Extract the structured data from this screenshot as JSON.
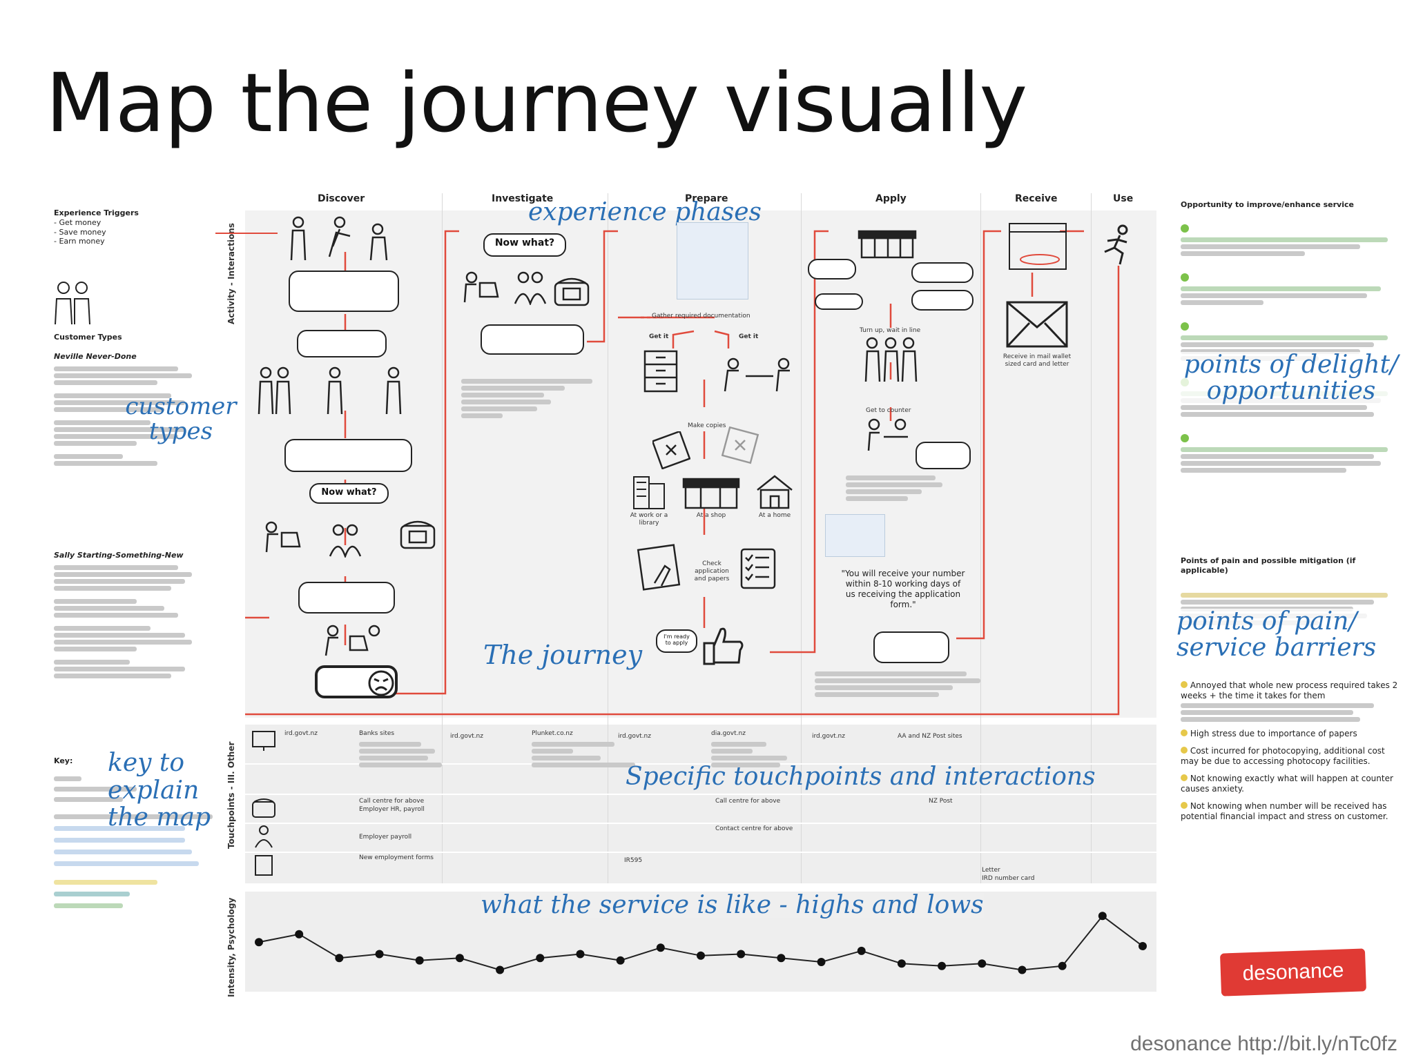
{
  "title": "Map the journey visually",
  "credit": "desonance http://bit.ly/nTc0fz",
  "phases": [
    "Discover",
    "Investigate",
    "Prepare",
    "Apply",
    "Receive",
    "Use"
  ],
  "side_labels": {
    "activity": "Activity - Interactions",
    "touchpoints": "Touchpoints - III. Other",
    "intensity": "Intensity, Psychology"
  },
  "left_panel": {
    "triggers_title": "Experience Triggers",
    "triggers": [
      "- Get money",
      "- Save money",
      "- Earn money"
    ],
    "customer_types_title": "Customer Types",
    "persona1_name": "Neville Never-Done",
    "persona2_name": "Sally Starting-Something-New",
    "key_title": "Key:"
  },
  "right_panel": {
    "opportunity_title": "Opportunity to improve/enhance service",
    "pain_title": "Points of pain and possible mitigation (if applicable)",
    "pain_items": [
      "Annoyed that whole new process required takes 2 weeks + the time it takes for them",
      "High stress due to importance of papers",
      "Cost incurred for photocopying, additional cost may be due to accessing photocopy facilities.",
      "Not knowing exactly what will happen at counter causes anxiety.",
      "Not knowing when number will be received has potential financial impact and stress on customer."
    ],
    "logo": "desonance"
  },
  "annotations": {
    "experience_phases": "experience phases",
    "customer_types": "customer types",
    "points_delight": "points of delight/ opportunities",
    "points_pain": "points of pain/ service barriers",
    "the_journey": "The journey",
    "key_explain": "key to explain the map",
    "touchpoints": "Specific touchpoints and interactions",
    "highs_lows": "what the service is like - highs and lows"
  },
  "journey_texts": {
    "now_what_1": "Now what?",
    "now_what_2": "Now what?",
    "get_it": "Get it",
    "seek_it": "Get it",
    "gather_docs": "Gather required documentation",
    "make_copies": "Make copies",
    "turn_up": "Turn up, wait in line",
    "get_counter": "Get to counter",
    "check_app": "Check application and papers",
    "ready": "I'm ready to apply",
    "receive_mail": "Receive in mail wallet sized card and letter",
    "you_will_receive": "\"You will receive your number within 8-10 working days of us receiving the application form.\"",
    "at_work": "At work or a library",
    "at_shop": "At a shop",
    "at_home": "At a home"
  },
  "touchpoint_rows": [
    [
      "ird.govt.nz",
      "Banks sites",
      "ird.govt.nz",
      "Plunket.co.nz",
      "ird.govt.nz",
      "dia.govt.nz",
      "ird.govt.nz",
      "AA and NZ Post sites"
    ],
    [
      "Call centre for above",
      "Employer HR, payroll",
      "Call centre for above",
      "NZ Post"
    ],
    [
      "Employer payroll",
      "Contact centre for above"
    ],
    [
      "New employment forms",
      "IR595",
      "Letter",
      "IRD number card"
    ]
  ],
  "curve_points": [
    0.55,
    0.45,
    0.75,
    0.7,
    0.78,
    0.75,
    0.9,
    0.75,
    0.7,
    0.78,
    0.62,
    0.72,
    0.7,
    0.75,
    0.8,
    0.66,
    0.82,
    0.85,
    0.82,
    0.9,
    0.85,
    0.22,
    0.6
  ],
  "colors": {
    "journey_red": "#e04a3c",
    "hand_blue": "#2a6fb5",
    "band_gray": "#eeeeee"
  }
}
